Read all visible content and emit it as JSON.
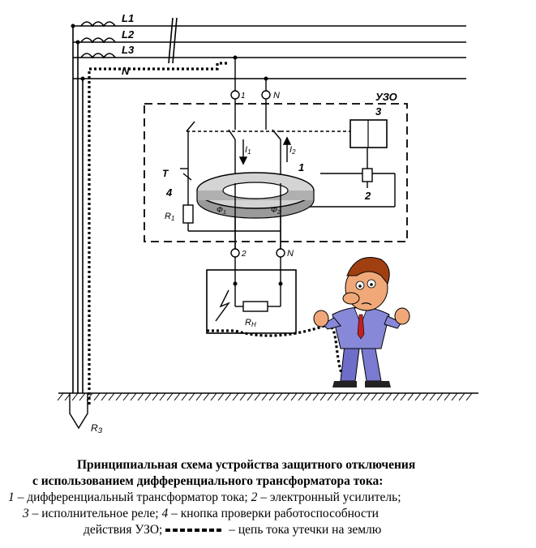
{
  "labels": {
    "L1": "L1",
    "L2": "L2",
    "L3": "L3",
    "N": "N",
    "uzo": "УЗО",
    "term1": "1",
    "termN_top": "N",
    "term2": "2",
    "termN_bottom": "N",
    "num1": "1",
    "num2": "2",
    "num3": "3",
    "num4": "4",
    "T": "T",
    "R1": "R",
    "R1_sub": "1",
    "I1": "I",
    "I1_sub": "1",
    "I2": "I",
    "I2_sub": "2",
    "Phi1": "Ф",
    "Phi1_sub": "1",
    "Phi2": "Ф",
    "Phi2_sub": "2",
    "RH": "R",
    "RH_sub": "Н",
    "Rz": "R",
    "Rz_sub": "З"
  },
  "caption": {
    "title_line1": "Принципиальная схема устройства защитного отключения",
    "title_line2": "с использованием дифференциального трансформатора тока:",
    "l3_n1": "1",
    "l3_t1": " – дифференциальный трансформатор тока; ",
    "l3_n2": "2",
    "l3_t2": " – электронный усилитель;",
    "l4_n3": "3",
    "l4_t3": " – исполнительное реле; ",
    "l4_n4": "4",
    "l4_t4": " – кнопка проверки работоспособности",
    "l5_t1": "действия УЗО;",
    "l5_t2": " – цепь тока утечки на землю"
  },
  "colors": {
    "line": "#000000",
    "ring": "#c8c8c8",
    "person_suit": "#8080d0",
    "person_skin": "#f0a878",
    "person_hair": "#a04010",
    "person_tie": "#c02020"
  }
}
